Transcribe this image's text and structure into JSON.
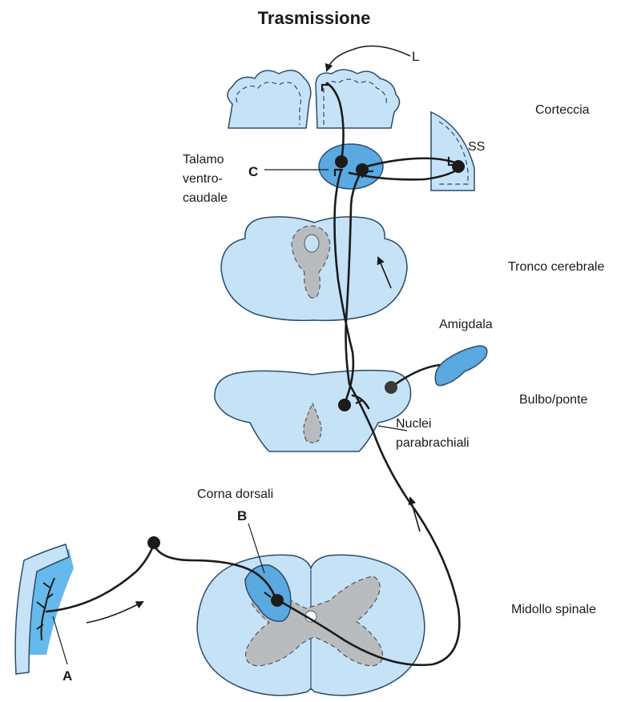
{
  "title": "Trasmissione",
  "labels": {
    "L": "L",
    "corteccia": "Corteccia",
    "ss": "SS",
    "talamo_1": "Talamo",
    "talamo_2": "ventro-",
    "talamo_3": "caudale",
    "c": "C",
    "tronco": "Tronco cerebrale",
    "amigdala": "Amigdala",
    "bulbo": "Bulbo/ponte",
    "nuclei_1": "Nuclei",
    "nuclei_2": "parabrachiali",
    "corna": "Corna dorsali",
    "b": "B",
    "midollo": "Midollo spinale",
    "a": "A"
  },
  "colors": {
    "tissue_fill": "#c6e2f7",
    "tissue_stroke": "#2b4d6b",
    "nucleus_fill": "#5aa9e0",
    "gray_matter": "#b9bcbf",
    "skin_blue": "#66b9ec",
    "pathway": "#1b1b1b"
  }
}
